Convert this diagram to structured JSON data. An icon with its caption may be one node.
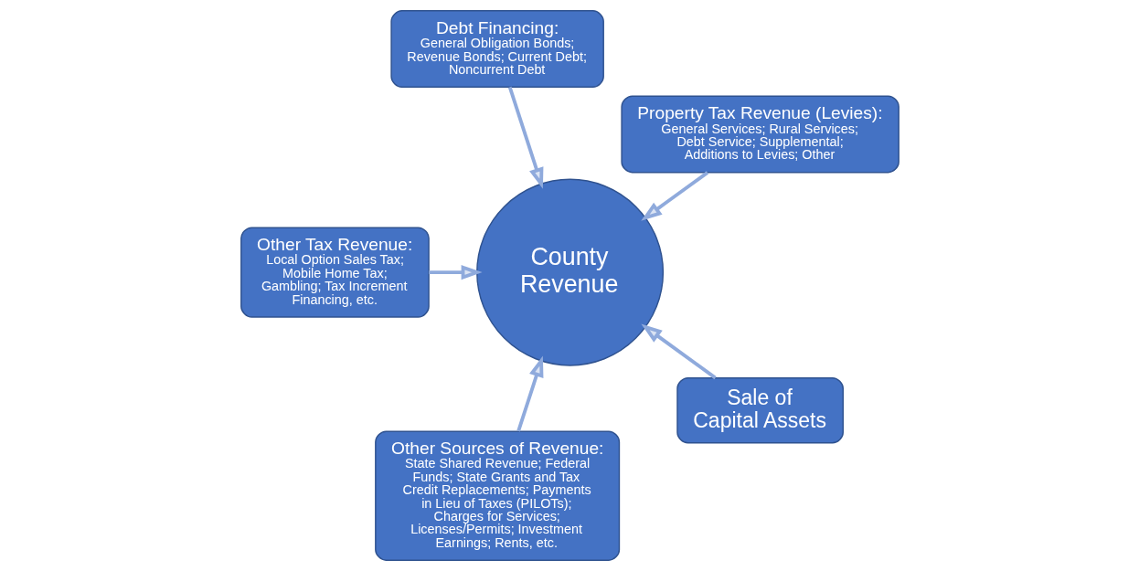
{
  "diagram": {
    "nodes": [
      {
        "text": [
          "Property Tax Revenue (Levies):",
          "General Services; Rural Services; Debt Service; Supplemental; Additions to Levies; Other"
        ]
      },
      {
        "text": [
          "Debt Financing:",
          "General Obligation Bonds; Revenue Bonds; Current Debt; Noncurrent Debt"
        ]
      },
      {
        "text": [
          "County Revenue"
        ]
      },
      {
        "text": [
          "Other Tax Revenue:",
          "Local Option Sales Tax; Mobile Home Tax; Gambling; Tax Increment Financing, etc."
        ]
      },
      {
        "text": [
          "Other Sources of Revenue:",
          "State Shared Revenue; Federal Funds; State Grants and Tax Credit Replacements; Payments in Lieu of Taxes (PILOTs); Charges for Services; Licenses/Permits; Investment Earnings; Rents, etc."
        ]
      },
      {
        "text": [
          "Sale of Capital Assets"
        ]
      }
    ],
    "edges": [
      {
        "from": 0,
        "to": 2,
        "arrow": "to"
      },
      {
        "from": 1,
        "to": 2,
        "arrow": "to"
      },
      {
        "from": 3,
        "to": 2,
        "arrow": "to"
      },
      {
        "from": 4,
        "to": 2,
        "arrow": "to"
      },
      {
        "from": 5,
        "to": 2,
        "arrow": "to"
      }
    ]
  }
}
